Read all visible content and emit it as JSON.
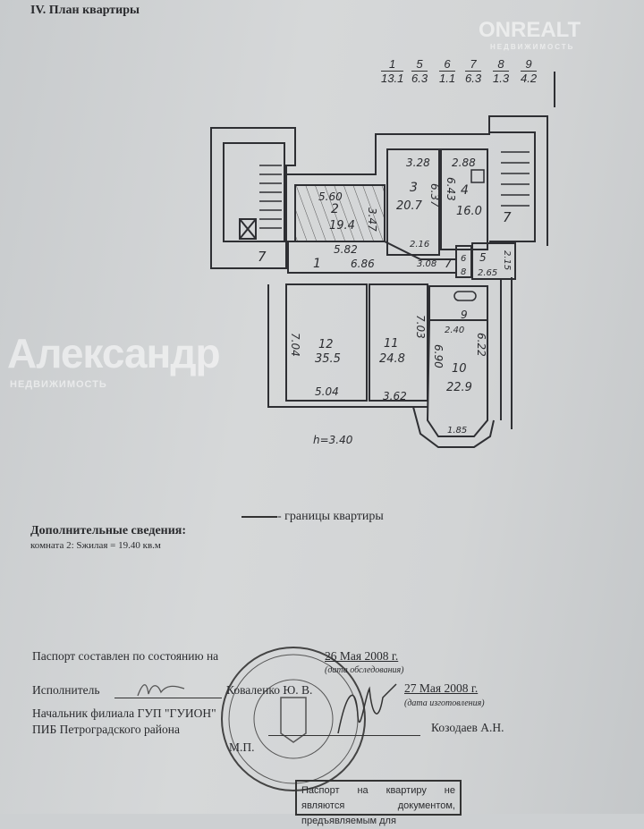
{
  "header": {
    "title": "IV. План квартиры"
  },
  "room_areas_top": [
    {
      "num": "1",
      "area": "13.1"
    },
    {
      "num": "5",
      "area": "6.3"
    },
    {
      "num": "6",
      "area": "1.1"
    },
    {
      "num": "7",
      "area": "6.3"
    },
    {
      "num": "8",
      "area": "1.3"
    },
    {
      "num": "9",
      "area": "4.2"
    }
  ],
  "plan": {
    "rooms": [
      {
        "num": "1",
        "area": "",
        "dims": [
          "5.82",
          "6.86"
        ]
      },
      {
        "num": "2",
        "area": "19.4",
        "dims": [
          "5.60",
          "3.47"
        ]
      },
      {
        "num": "3",
        "area": "20.7",
        "dims": [
          "3.28",
          "6.37",
          "2.16"
        ]
      },
      {
        "num": "4",
        "area": "16.0",
        "dims": [
          "2.88",
          "6.43"
        ]
      },
      {
        "num": "5",
        "area": "",
        "dims": [
          "2.65",
          "2.15"
        ]
      },
      {
        "num": "6",
        "area": "",
        "dims": []
      },
      {
        "num": "7",
        "area": "",
        "dims": [
          "3.08"
        ]
      },
      {
        "num": "8",
        "area": "",
        "dims": []
      },
      {
        "num": "9",
        "area": "",
        "dims": [
          "2.40"
        ]
      },
      {
        "num": "10",
        "area": "22.9",
        "dims": [
          "6.90",
          "6.22",
          "1.85"
        ]
      },
      {
        "num": "11",
        "area": "24.8",
        "dims": [
          "7.03",
          "3.62"
        ]
      },
      {
        "num": "12",
        "area": "35.5",
        "dims": [
          "7.04",
          "5.04"
        ]
      }
    ],
    "stair_label": "7",
    "height": "h=3.40"
  },
  "watermarks": {
    "a_main": "Александр",
    "a_sub": "НЕДВИЖИМОСТЬ",
    "b_main": "ONREALT",
    "b_sub": "НЕДВИЖИМОСТЬ"
  },
  "legend": {
    "text": "- границы квартиры"
  },
  "additional": {
    "heading": "Дополнительные сведения:",
    "line": "комната 2: Sжилая = 19.40 кв.м"
  },
  "signatures": {
    "compiled_label": "Паспорт составлен по состоянию на",
    "survey_date": "26 Мая 2008 г.",
    "survey_caption": "(дата обследования)",
    "executor_label": "Исполнитель",
    "executor_name": "Коваленко Ю. В.",
    "made_date": "27 Мая 2008 г.",
    "made_caption": "(дата изготовления)",
    "chief_label_1": "Начальник филиала ГУП \"ГУИОН\"",
    "chief_label_2": "ПИБ Петроградского района",
    "chief_name": "Козодаев А.Н.",
    "seal_place": "М.П."
  },
  "note": {
    "text": "Паспорт на квартиру не являются документом, предъявляемым для"
  }
}
